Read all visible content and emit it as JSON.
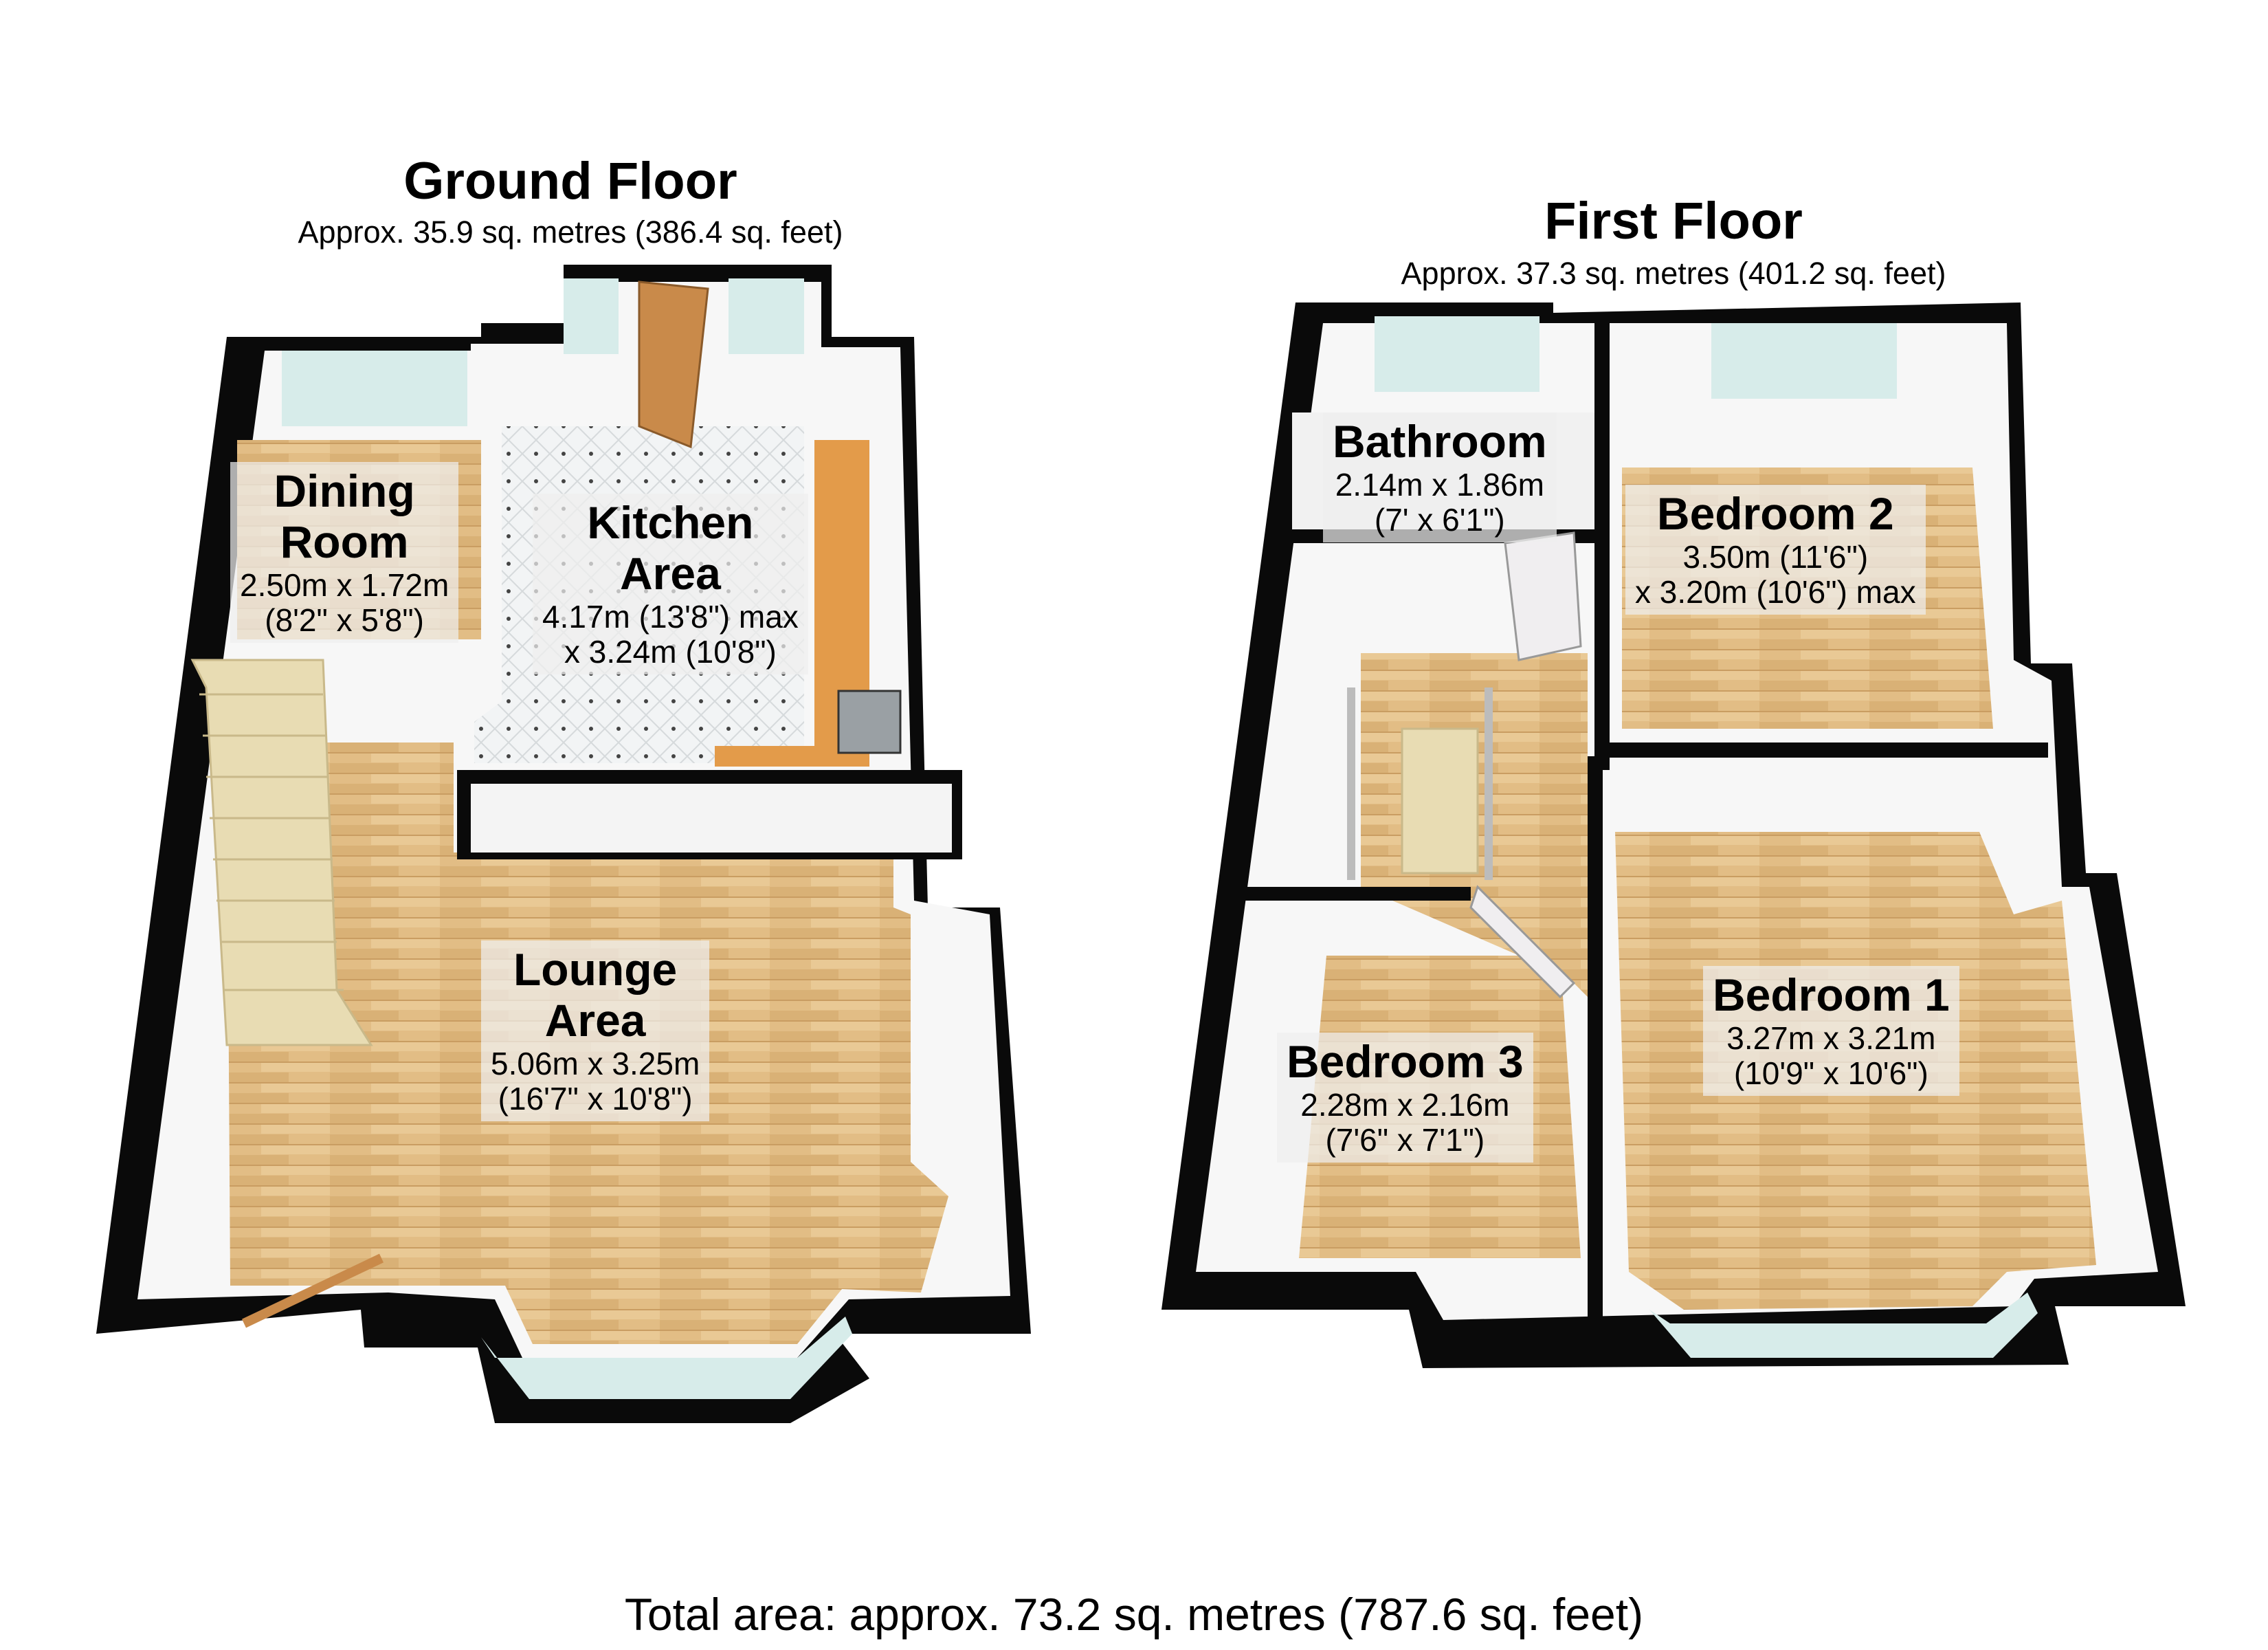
{
  "floors": [
    {
      "title": "Ground Floor",
      "area": "Approx. 35.9 sq. metres (386.4 sq. feet)"
    },
    {
      "title": "First Floor",
      "area": "Approx. 37.3 sq. metres (401.2 sq. feet)"
    }
  ],
  "rooms": {
    "dining": {
      "name": [
        "Dining",
        "Room"
      ],
      "dims": [
        "2.50m x 1.72m",
        "(8'2\" x 5'8\")"
      ]
    },
    "kitchen": {
      "name": [
        "Kitchen",
        "Area"
      ],
      "dims": [
        "4.17m (13'8\") max",
        "x 3.24m (10'8\")"
      ]
    },
    "lounge": {
      "name": [
        "Lounge",
        "Area"
      ],
      "dims": [
        "5.06m x 3.25m",
        "(16'7\" x 10'8\")"
      ]
    },
    "bathroom": {
      "name": [
        "Bathroom"
      ],
      "dims": [
        "2.14m x 1.86m",
        "(7' x 6'1\")"
      ]
    },
    "bedroom2": {
      "name": [
        "Bedroom 2"
      ],
      "dims": [
        "3.50m (11'6\")",
        "x 3.20m (10'6\") max"
      ]
    },
    "bedroom1": {
      "name": [
        "Bedroom 1"
      ],
      "dims": [
        "3.27m x 3.21m",
        "(10'9\" x 10'6\")"
      ]
    },
    "bedroom3": {
      "name": [
        "Bedroom 3"
      ],
      "dims": [
        "2.28m x 2.16m",
        "(7'6\" x 7'1\")"
      ]
    }
  },
  "total_area": "Total area: approx. 73.2 sq. metres (787.6 sq. feet)",
  "colors": {
    "wall": "#0a0a0a",
    "floor_wood": "#e2bd85",
    "floor_tile": "#eef1f2",
    "wall_inner": "#f7f7f7",
    "window": "#d7ecea",
    "worktop": "#e39b4a",
    "door": "#c98a4a"
  }
}
